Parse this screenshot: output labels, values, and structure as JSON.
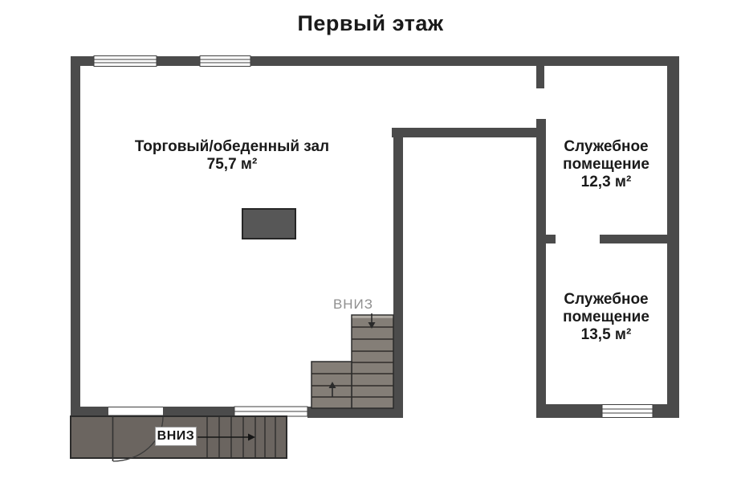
{
  "title": "Первый этаж",
  "rooms": {
    "hall": {
      "name": "Торговый/обеденный зал",
      "area": "75,7 м²"
    },
    "service1": {
      "name": "Служебное помещение",
      "area": "12,3 м²"
    },
    "service2": {
      "name": "Служебное помещение",
      "area": "13,5 м²"
    }
  },
  "stairs": {
    "inner_down_label": "ВНИЗ",
    "porch_down_label": "ВНИЗ"
  },
  "colors": {
    "background": "#ffffff",
    "wall": "#4b4b4b",
    "line": "#2b2b2b",
    "stair_fill": "#847e77",
    "porch_fill": "#6b6560",
    "island_fill": "#575757",
    "muted_label": "#8f8f8f",
    "text": "#1a1a1a"
  }
}
